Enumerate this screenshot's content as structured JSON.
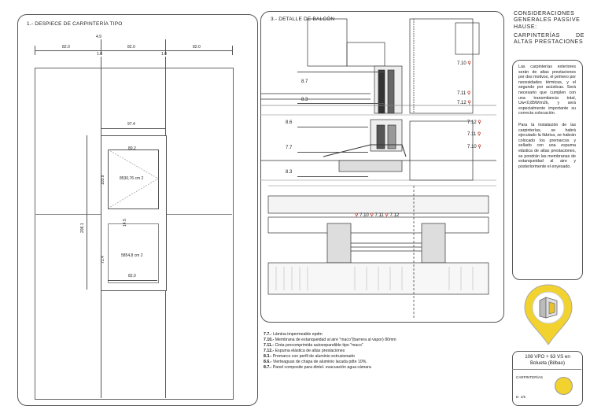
{
  "left_panel": {
    "title": "1.- DESPIECE DE CARPINTERÍA TIPO",
    "dims": {
      "d4_9": "4.9",
      "d82_a": "82.0",
      "d82_b": "82.0",
      "d82_c": "82.0",
      "d1_0a": "1.0",
      "d1_0b": "1.0",
      "d97_4": "97.4",
      "d80_2": "80.2",
      "d103_9": "103.9",
      "d14_5": "14.5",
      "d71_4": "71.4",
      "d82_d": "82.0",
      "d208_1": "208.1"
    },
    "areas": {
      "upper": "8530,76 cm 2",
      "lower": "5854,8 cm 2"
    }
  },
  "mid_panel": {
    "title": "3.- DETALLE DE BALCÓN",
    "labels": {
      "l8_7": "8.7",
      "l8_3a": "8.3",
      "l8_6": "8.6",
      "l7_7": "7.7",
      "l8_3b": "8.3"
    },
    "callouts": {
      "c1": "7.10",
      "c2": "7.11",
      "c3": "7.12",
      "c4": "7.12",
      "c5": "7.11",
      "c6": "7.10",
      "c7": "7.10",
      "c8": "7.11",
      "c9": "7.12"
    }
  },
  "notes": [
    {
      "code": "7.7.-",
      "text": "Lámina impermeable epdm"
    },
    {
      "code": "7.10.-",
      "text": "Membrana de estanqueidad al aire \"maco\"(barrera al vapor) 80mm"
    },
    {
      "code": "7.11.-",
      "text": "Cinta precomprimida autoexpandible tipo \"maco\""
    },
    {
      "code": "7.12.-",
      "text": "Espuma elástica de altas prestaciones"
    },
    {
      "code": "8.3.-",
      "text": "Premarco con perfil de aluminio extrusionado"
    },
    {
      "code": "8.6.-",
      "text": "Vierteaguas de chapa de aluminio lacada pdte 10%."
    },
    {
      "code": "8.7.-",
      "text": "Panel composite para dintel. evacuación agua cámara"
    }
  ],
  "side": {
    "heading1": "CONSIDERACIONES GENERALES PASSIVE HAUSE:",
    "heading2": "CARPINTERÍAS DE ALTAS PRESTACIONES",
    "para1": "Las carpinterías exteriores serán de altas prestaciones por dos motivos, el primero por necesidades térmicas, y el segundo por acústicas. Será necesario que cumplen con una transmitancia total, Uw<0,85W/m2k, y será especialmente importante su correcta colocación.",
    "para2": "Para la instalación de las carpinterías, se habrá ejecutado la fábrica, se habrán colocado los premarcos y sellado con una espuma elástica de altas prestaciones, se pondrán las membranas de estanqueidad al aire y posteriormente el enyesado.",
    "project": "108 VPO + 63 VS en Bolueta (Bilbao)",
    "sheet": "CARPINTERÍAS",
    "scale": "E: 1/5",
    "pin_color": "#f2d22e",
    "dot_color": "#f2d22e"
  }
}
